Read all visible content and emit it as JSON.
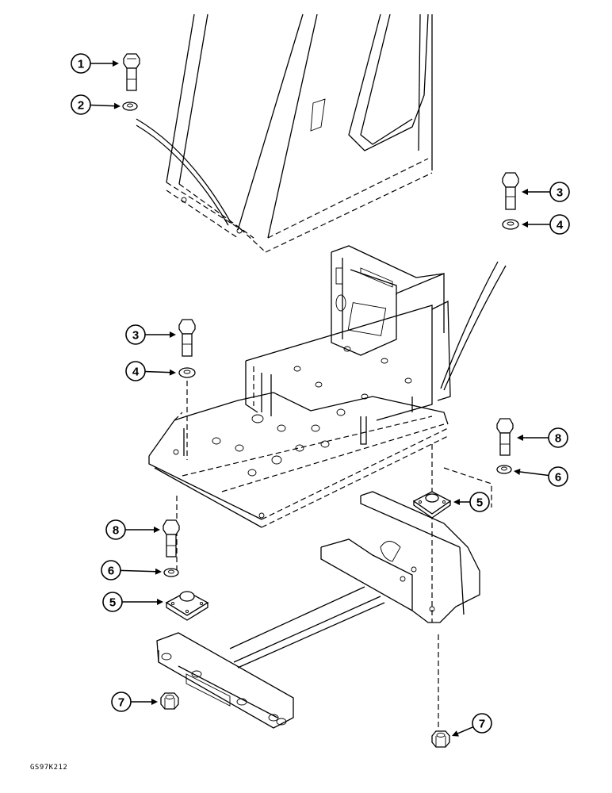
{
  "figure": {
    "reference_code": "GS97K212"
  },
  "callouts": [
    {
      "id": "c1",
      "label": "1",
      "part": "bolt"
    },
    {
      "id": "c2",
      "label": "2",
      "part": "washer"
    },
    {
      "id": "c3a",
      "label": "3",
      "part": "bolt"
    },
    {
      "id": "c4a",
      "label": "4",
      "part": "washer"
    },
    {
      "id": "c3b",
      "label": "3",
      "part": "bolt"
    },
    {
      "id": "c4b",
      "label": "4",
      "part": "washer"
    },
    {
      "id": "c8a",
      "label": "8",
      "part": "bolt"
    },
    {
      "id": "c6a",
      "label": "6",
      "part": "washer"
    },
    {
      "id": "c5a",
      "label": "5",
      "part": "mount"
    },
    {
      "id": "c8b",
      "label": "8",
      "part": "bolt"
    },
    {
      "id": "c6b",
      "label": "6",
      "part": "washer"
    },
    {
      "id": "c5b",
      "label": "5",
      "part": "mount"
    },
    {
      "id": "c7a",
      "label": "7",
      "part": "nut"
    },
    {
      "id": "c7b",
      "label": "7",
      "part": "nut"
    }
  ]
}
